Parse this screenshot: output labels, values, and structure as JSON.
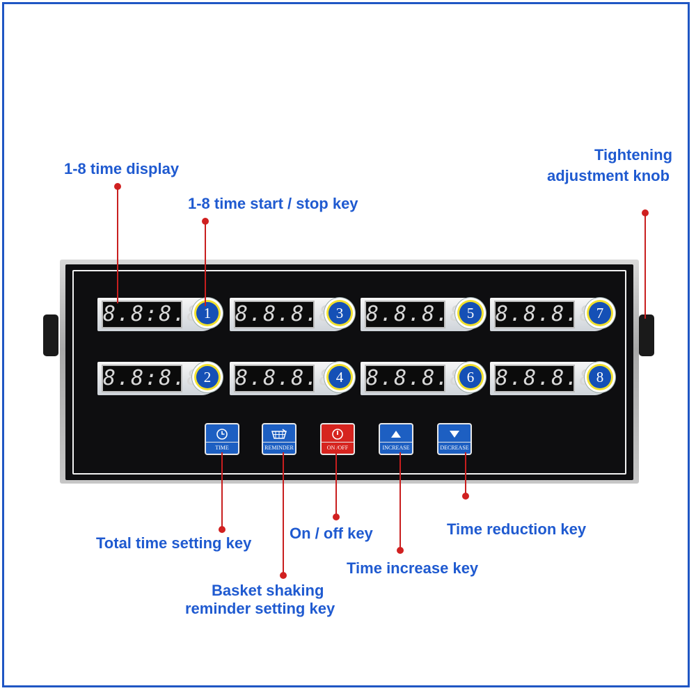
{
  "labels": {
    "time_display": "1-8 time display",
    "start_stop": "1-8 time start / stop key",
    "knob": [
      "Tightening",
      "adjustment knob"
    ],
    "total_time": "Total time setting key",
    "basket": [
      "Basket shaking",
      "reminder setting key"
    ],
    "on_off": "On / off key",
    "increase": "Time increase key",
    "reduction": "Time reduction key"
  },
  "timers": [
    {
      "digits": "8.8:8.8.",
      "number": "1"
    },
    {
      "digits": "8.8:8.8.",
      "number": "2"
    },
    {
      "digits": "8.8.8.8.",
      "number": "3"
    },
    {
      "digits": "8.8.8.8.",
      "number": "4"
    },
    {
      "digits": "8.8.8.8.",
      "number": "5"
    },
    {
      "digits": "8.8.8.8.",
      "number": "6"
    },
    {
      "digits": "8.8.8.8.",
      "number": "7"
    },
    {
      "digits": "8.8.8.8.",
      "number": "8"
    }
  ],
  "keys": {
    "time": "TIME",
    "reminder": "REMINDER",
    "onoff": "ON /OFF",
    "increase": "INCREASE",
    "decrease": "DECREASE"
  },
  "icons": {
    "time": "clock-icon",
    "reminder": "basket-icon",
    "onoff": "power-icon",
    "increase": "triangle-up-icon",
    "decrease": "triangle-down-icon"
  },
  "colors": {
    "label_blue": "#1f5ad0",
    "leader_red": "#c81e1e",
    "key_blue": "#1d5fc2",
    "key_red": "#d6241f",
    "number_badge": "#1550b6",
    "badge_ring": "#f2e12e"
  }
}
